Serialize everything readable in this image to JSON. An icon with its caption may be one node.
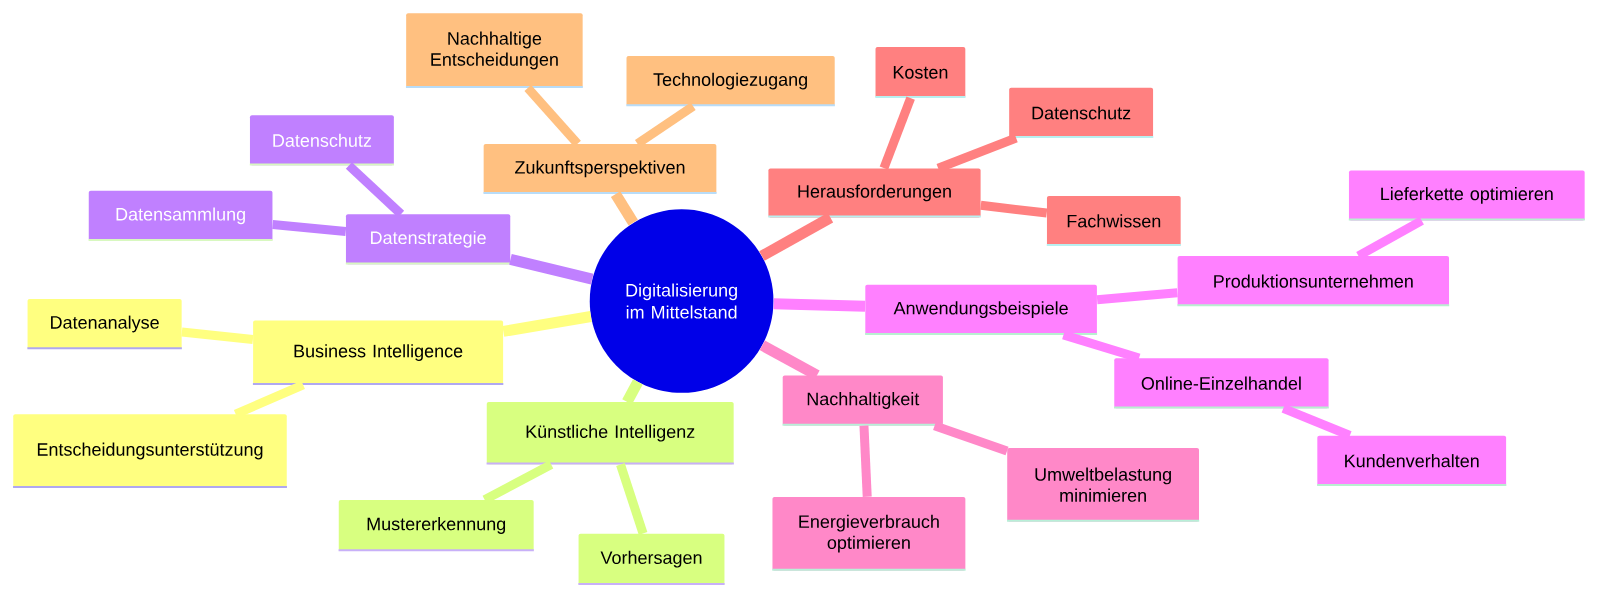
{
  "diagram": {
    "nodes": [
      {
        "text": [
          "Digitalisierung im Mittelstand"
        ]
      },
      {
        "text": [
          "Zukunftsperspektiven"
        ]
      },
      {
        "text": [
          "Nachhaltige Entscheidungen"
        ]
      },
      {
        "text": [
          "Technologiezugang"
        ]
      },
      {
        "text": [
          "Herausforderungen"
        ]
      },
      {
        "text": [
          "Kosten"
        ]
      },
      {
        "text": [
          "Datenschutz"
        ]
      },
      {
        "text": [
          "Fachwissen"
        ]
      },
      {
        "text": [
          "Anwendungsbeispiele"
        ]
      },
      {
        "text": [
          "Produktionsunternehmen"
        ]
      },
      {
        "text": [
          "Lieferkette optimieren"
        ]
      },
      {
        "text": [
          "Online-Einzelhandel"
        ]
      },
      {
        "text": [
          "Kundenverhalten"
        ]
      },
      {
        "text": [
          "Nachhaltigkeit"
        ]
      },
      {
        "text": [
          "Energieverbrauch optimieren"
        ]
      },
      {
        "text": [
          "Umweltbelastung minimieren"
        ]
      },
      {
        "text": [
          "Künstliche Intelligenz"
        ]
      },
      {
        "text": [
          "Mustererkennung"
        ]
      },
      {
        "text": [
          "Vorhersagen"
        ]
      },
      {
        "text": [
          "Business Intelligence"
        ]
      },
      {
        "text": [
          "Datenanalyse"
        ]
      },
      {
        "text": [
          "Entscheidungsunterstützung"
        ]
      },
      {
        "text": [
          "Datenstrategie"
        ]
      },
      {
        "text": [
          "Datenschutz"
        ]
      },
      {
        "text": [
          "Datensammlung"
        ]
      }
    ],
    "edges": [
      {
        "from": 0,
        "to": 1,
        "arrow": "none",
        "color": "#ffc080"
      },
      {
        "from": 1,
        "to": 2,
        "arrow": "none",
        "color": "#ffc080"
      },
      {
        "from": 1,
        "to": 3,
        "arrow": "none",
        "color": "#ffc080"
      },
      {
        "from": 0,
        "to": 4,
        "arrow": "none",
        "color": "#ff8080"
      },
      {
        "from": 4,
        "to": 5,
        "arrow": "none",
        "color": "#ff8080"
      },
      {
        "from": 4,
        "to": 6,
        "arrow": "none",
        "color": "#ff8080"
      },
      {
        "from": 4,
        "to": 7,
        "arrow": "none",
        "color": "#ff8080"
      },
      {
        "from": 0,
        "to": 8,
        "arrow": "none",
        "color": "#ff80ff"
      },
      {
        "from": 8,
        "to": 9,
        "arrow": "none",
        "color": "#ff80ff"
      },
      {
        "from": 9,
        "to": 10,
        "arrow": "none",
        "color": "#ff80ff"
      },
      {
        "from": 8,
        "to": 11,
        "arrow": "none",
        "color": "#ff80ff"
      },
      {
        "from": 11,
        "to": 12,
        "arrow": "none",
        "color": "#ff80ff"
      },
      {
        "from": 0,
        "to": 13,
        "arrow": "none",
        "color": "#ff88c8"
      },
      {
        "from": 13,
        "to": 14,
        "arrow": "none",
        "color": "#ff88c8"
      },
      {
        "from": 13,
        "to": 15,
        "arrow": "none",
        "color": "#ff88c8"
      },
      {
        "from": 0,
        "to": 16,
        "arrow": "none",
        "color": "#d8ff80"
      },
      {
        "from": 16,
        "to": 17,
        "arrow": "none",
        "color": "#d8ff80"
      },
      {
        "from": 16,
        "to": 18,
        "arrow": "none",
        "color": "#d8ff80"
      },
      {
        "from": 0,
        "to": 19,
        "arrow": "none",
        "color": "#ffff80"
      },
      {
        "from": 19,
        "to": 20,
        "arrow": "none",
        "color": "#ffff80"
      },
      {
        "from": 19,
        "to": 21,
        "arrow": "none",
        "color": "#ffff80"
      },
      {
        "from": 0,
        "to": 22,
        "arrow": "none",
        "color": "#c080ff"
      },
      {
        "from": 22,
        "to": 23,
        "arrow": "none",
        "color": "#c080ff"
      },
      {
        "from": 22,
        "to": 24,
        "arrow": "none",
        "color": "#c080ff"
      }
    ]
  }
}
